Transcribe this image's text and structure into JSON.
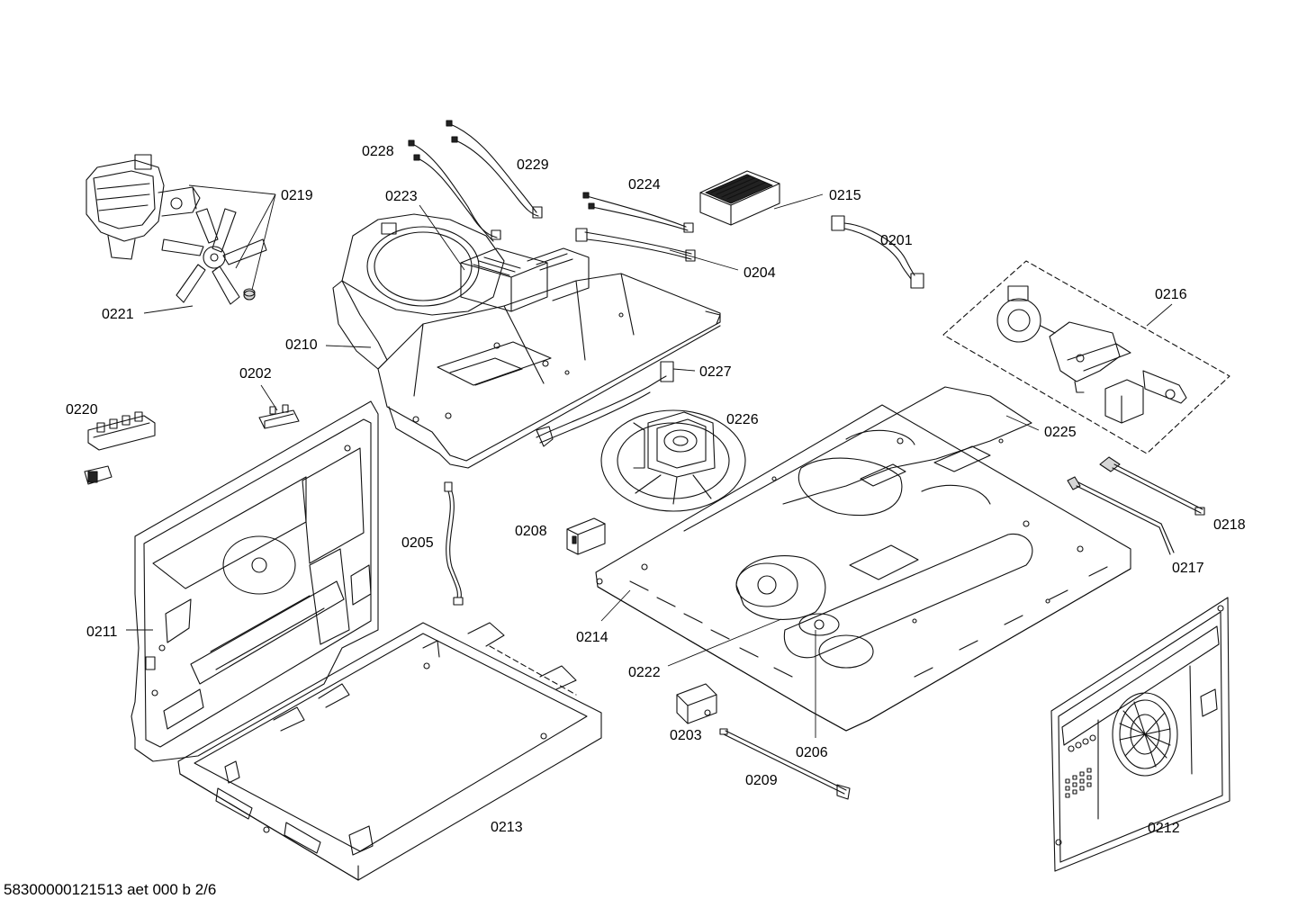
{
  "document_id": "58300000121513 aet 000 b 2/6",
  "callouts": {
    "c0201": "0201",
    "c0202": "0202",
    "c0203": "0203",
    "c0204": "0204",
    "c0205": "0205",
    "c0206": "0206",
    "c0208": "0208",
    "c0209": "0209",
    "c0210": "0210",
    "c0211": "0211",
    "c0212": "0212",
    "c0213": "0213",
    "c0214": "0214",
    "c0215": "0215",
    "c0216": "0216",
    "c0217": "0217",
    "c0218": "0218",
    "c0219": "0219",
    "c0220": "0220",
    "c0221": "0221",
    "c0222": "0222",
    "c0223": "0223",
    "c0224": "0224",
    "c0225": "0225",
    "c0226": "0226",
    "c0227": "0227",
    "c0228": "0228",
    "c0229": "0229"
  }
}
